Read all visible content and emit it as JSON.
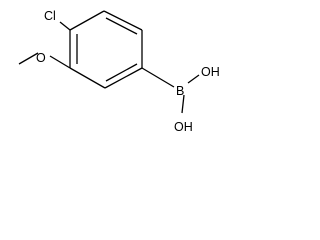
{
  "molecule": {
    "atoms": {
      "chlorine": "Cl",
      "oxygen": "O",
      "boron": "B",
      "hydroxyl_top": "OH",
      "hydroxyl_bottom": "OH"
    }
  },
  "colors": {
    "background": "#ffffff",
    "ink": "#000000"
  }
}
